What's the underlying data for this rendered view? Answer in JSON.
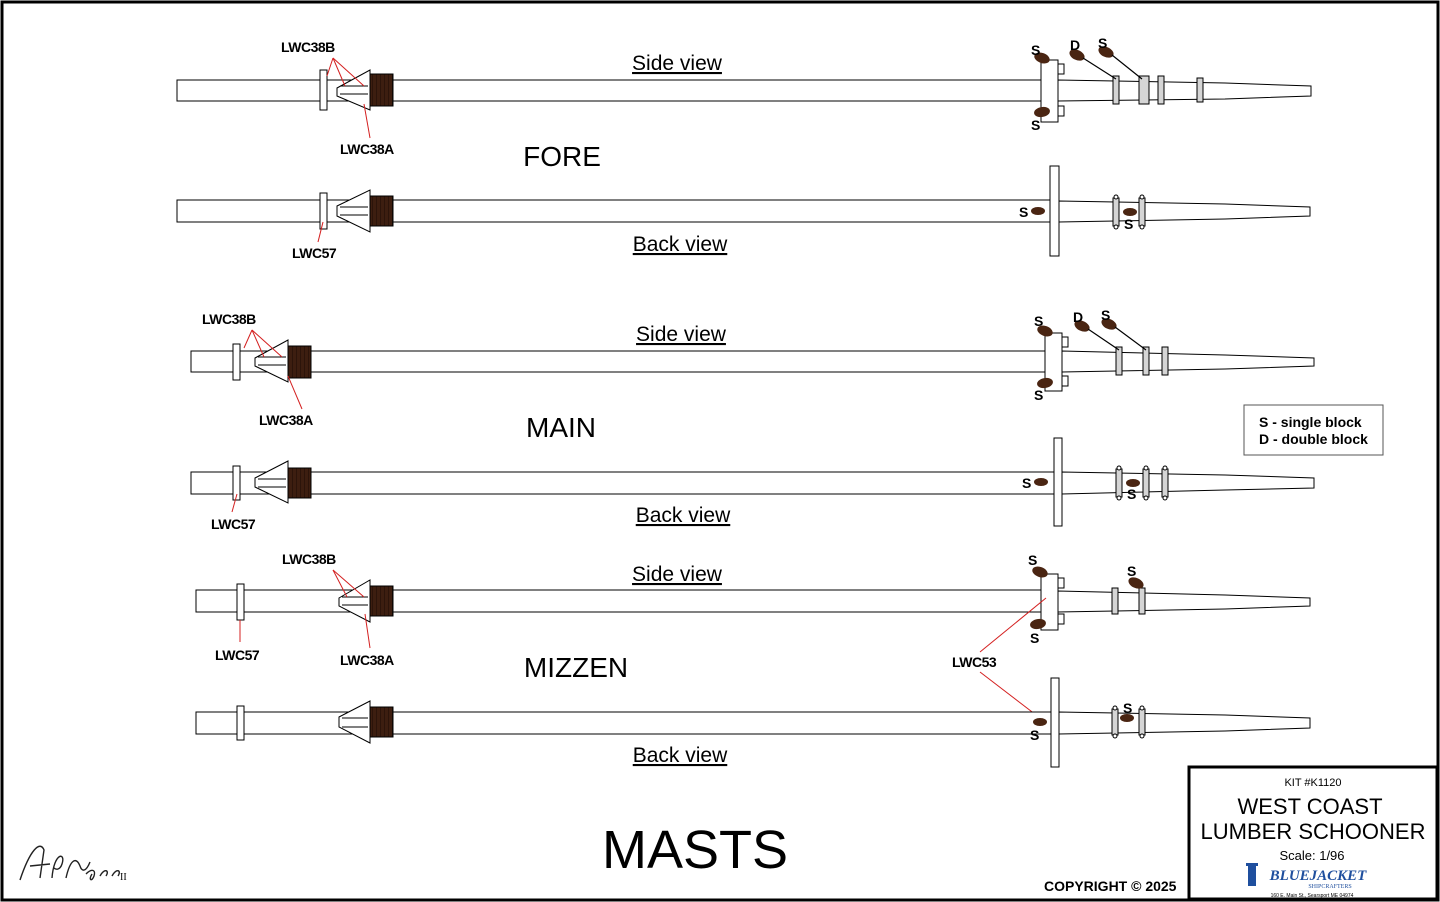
{
  "masts": [
    {
      "name": "FORE",
      "side_view": "Side view",
      "back_view": "Back view",
      "labels": {
        "b": "LWC38B",
        "a": "LWC38A",
        "c57": "LWC57"
      }
    },
    {
      "name": "MAIN",
      "side_view": "Side view",
      "back_view": "Back view",
      "labels": {
        "b": "LWC38B",
        "a": "LWC38A",
        "c57": "LWC57"
      }
    },
    {
      "name": "MIZZEN",
      "side_view": "Side view",
      "back_view": "Back view",
      "labels": {
        "b": "LWC38B",
        "a": "LWC38A",
        "c57": "LWC57",
        "c53": "LWC53"
      }
    }
  ],
  "block_letters": {
    "single": "S",
    "double": "D"
  },
  "legend": {
    "single": "S - single block",
    "double": "D - double block"
  },
  "sheet_title": "MASTS",
  "signature": "A P Ross",
  "signature_suffix": "II",
  "copyright": "COPYRIGHT © 2025",
  "title_block": {
    "kit": "KIT #K1120",
    "line1": "WEST COAST",
    "line2": "LUMBER SCHOONER",
    "scale": "Scale:  1/96",
    "brand": "BLUEJACKET",
    "brand_sub": "SHIPCRAFTERS",
    "address": "160 E. Main St., Searsport ME 04974"
  },
  "colors": {
    "block": "#4a2512",
    "trestle": "#3d1e10",
    "leader": "#d42020",
    "brand": "#1f4f9e"
  }
}
